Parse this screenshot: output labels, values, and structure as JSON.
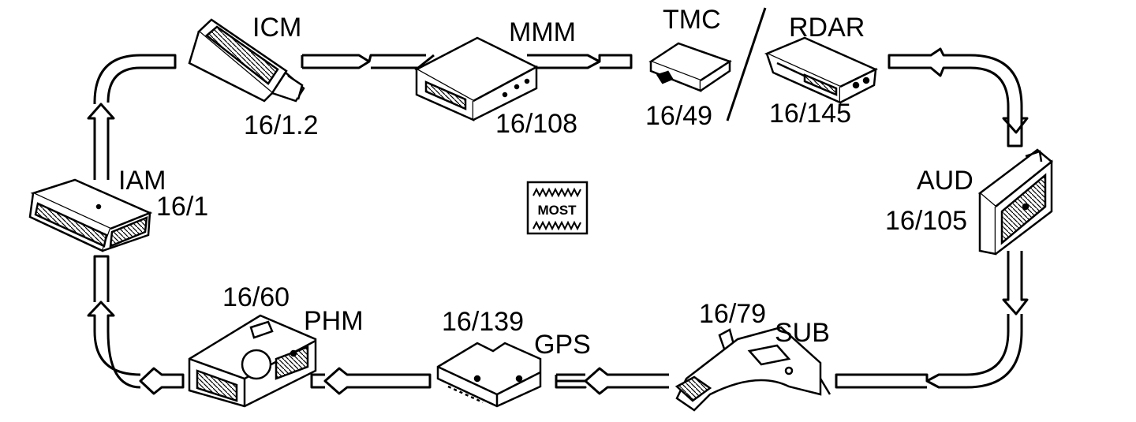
{
  "diagram": {
    "bus_symbol_text": "MOST",
    "modules": [
      {
        "id": "icm",
        "name": "ICM",
        "code": "16/1.2"
      },
      {
        "id": "mmm",
        "name": "MMM",
        "code": "16/108"
      },
      {
        "id": "tmc",
        "name": "TMC",
        "code": "16/49"
      },
      {
        "id": "rdar",
        "name": "RDAR",
        "code": "16/145"
      },
      {
        "id": "aud",
        "name": "AUD",
        "code": "16/105"
      },
      {
        "id": "sub",
        "name": "SUB",
        "code": "16/79"
      },
      {
        "id": "gps",
        "name": "GPS",
        "code": "16/139"
      },
      {
        "id": "phm",
        "name": "PHM",
        "code": "16/60"
      },
      {
        "id": "iam",
        "name": "IAM",
        "code": "16/1"
      }
    ],
    "colors": {
      "ink": "#000000",
      "paper": "#ffffff",
      "shade": "#9a9a9a"
    }
  }
}
